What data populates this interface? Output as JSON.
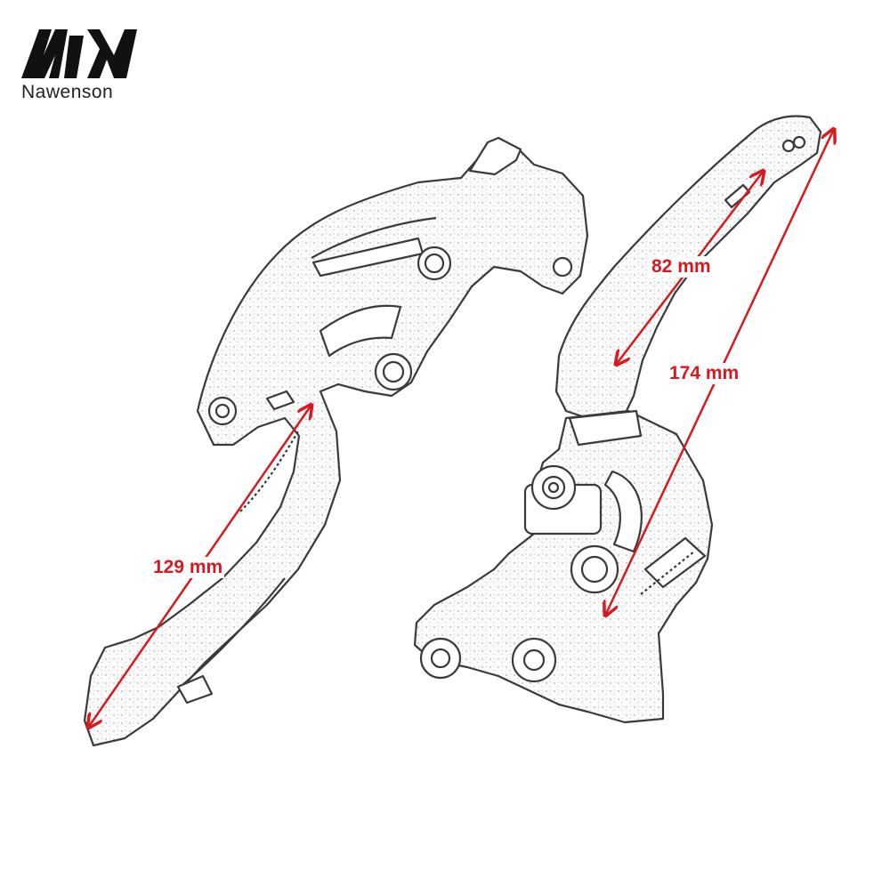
{
  "brand": {
    "name": "Nawenson",
    "logo_icon": "nawenson-logo-icon"
  },
  "product": {
    "left_lever": "brake-lever-short",
    "right_lever": "clutch-lever-long"
  },
  "dimensions": {
    "left_lever_length": "129 mm",
    "right_lever_grip": "82 mm",
    "right_lever_length": "174 mm"
  },
  "colors": {
    "dimension": "#d8191f",
    "sketch": "#3a3a3a",
    "text": "#222222"
  }
}
